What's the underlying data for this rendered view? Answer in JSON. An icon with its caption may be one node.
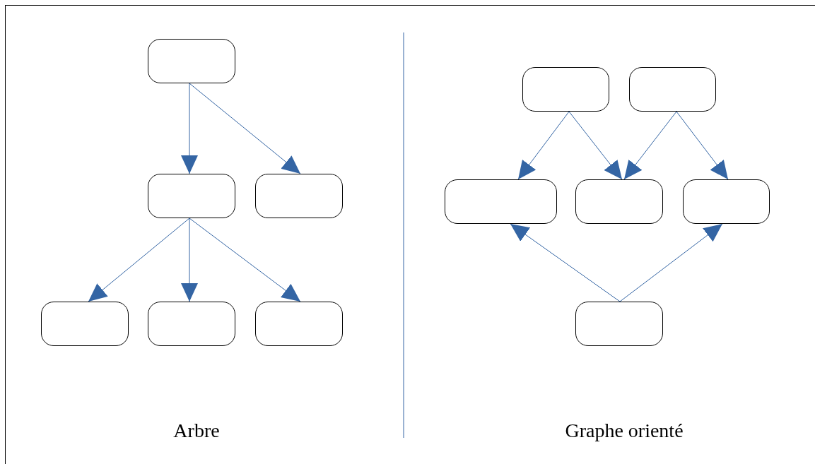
{
  "diagram": {
    "nodes": [
      {
        "text": [],
        "shape": "box"
      },
      {
        "text": [],
        "shape": "box"
      },
      {
        "text": [],
        "shape": "box"
      },
      {
        "text": [],
        "shape": "box"
      },
      {
        "text": [],
        "shape": "box"
      },
      {
        "text": [],
        "shape": "box"
      },
      {
        "text": [],
        "shape": "box"
      },
      {
        "text": [],
        "shape": "box"
      },
      {
        "text": [],
        "shape": "box"
      },
      {
        "text": [],
        "shape": "box"
      },
      {
        "text": [],
        "shape": "box"
      },
      {
        "text": [],
        "shape": "box"
      }
    ],
    "edges": [
      {
        "from": 0,
        "to": 1,
        "arrow": "to"
      },
      {
        "from": 0,
        "to": 2,
        "arrow": "to"
      },
      {
        "from": 1,
        "to": 3,
        "arrow": "to"
      },
      {
        "from": 1,
        "to": 4,
        "arrow": "to"
      },
      {
        "from": 1,
        "to": 5,
        "arrow": "to"
      },
      {
        "from": 6,
        "to": 8,
        "arrow": "to"
      },
      {
        "from": 6,
        "to": 9,
        "arrow": "to"
      },
      {
        "from": 7,
        "to": 9,
        "arrow": "to"
      },
      {
        "from": 7,
        "to": 10,
        "arrow": "to"
      },
      {
        "from": 11,
        "to": 8,
        "arrow": "to"
      },
      {
        "from": 11,
        "to": 10,
        "arrow": "to"
      }
    ],
    "labels": [
      "Arbre",
      "Graphe orienté"
    ]
  }
}
